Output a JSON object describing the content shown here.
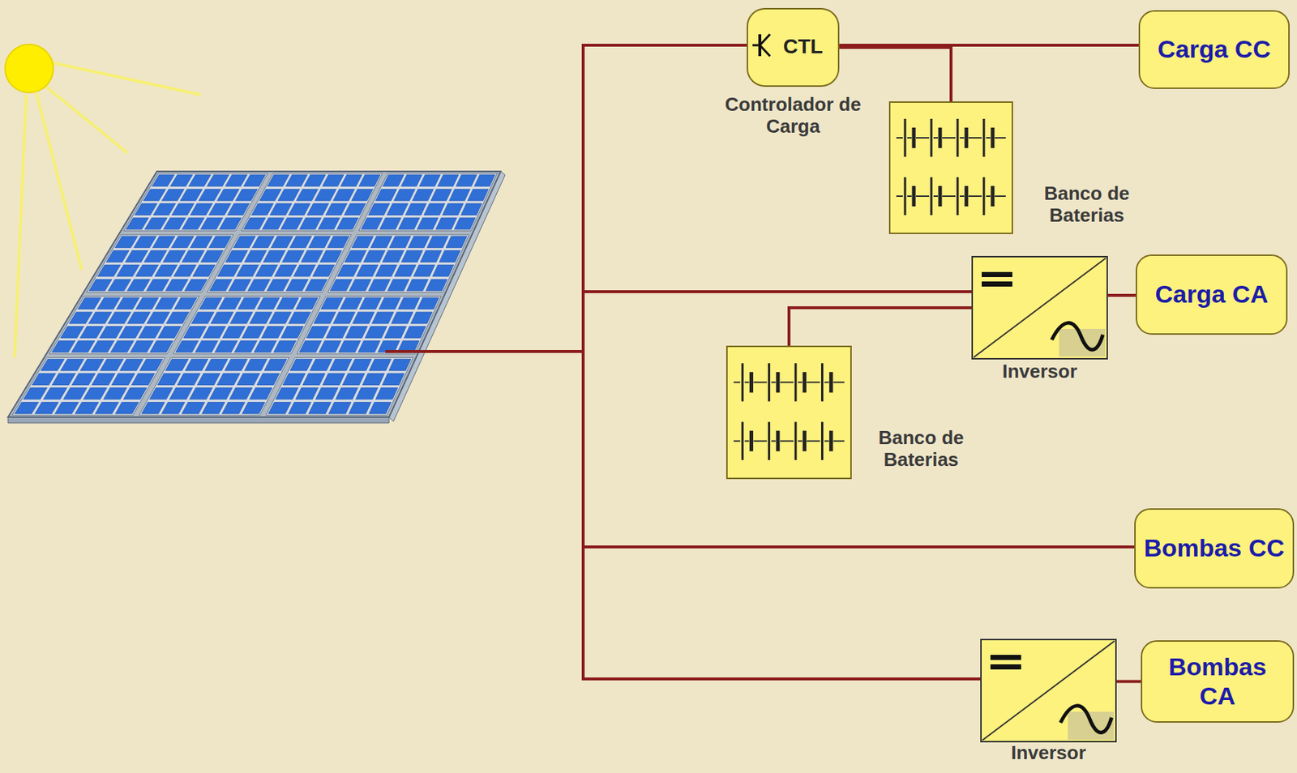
{
  "diagram": {
    "nodes": [
      {
        "text": [
          "CTL",
          "Controlador de Carga"
        ]
      },
      {
        "text": [
          "Carga CC"
        ]
      },
      {
        "text": [
          "Banco de Baterias"
        ]
      },
      {
        "text": [
          "Inversor"
        ]
      },
      {
        "text": [
          "Carga CA"
        ]
      },
      {
        "text": [
          "Banco de Baterias"
        ]
      },
      {
        "text": [
          "Bombas CC"
        ]
      },
      {
        "text": [
          "Inversor"
        ]
      },
      {
        "text": [
          "Bombas CA"
        ]
      }
    ],
    "edges": [
      {
        "from": 0,
        "to": 1,
        "arrow": "none"
      },
      {
        "from": 0,
        "to": 2,
        "arrow": "none"
      },
      {
        "from": 3,
        "to": 4,
        "arrow": "none"
      },
      {
        "from": 5,
        "to": 3,
        "arrow": "none"
      },
      {
        "from": 7,
        "to": 8,
        "arrow": "none"
      }
    ]
  }
}
